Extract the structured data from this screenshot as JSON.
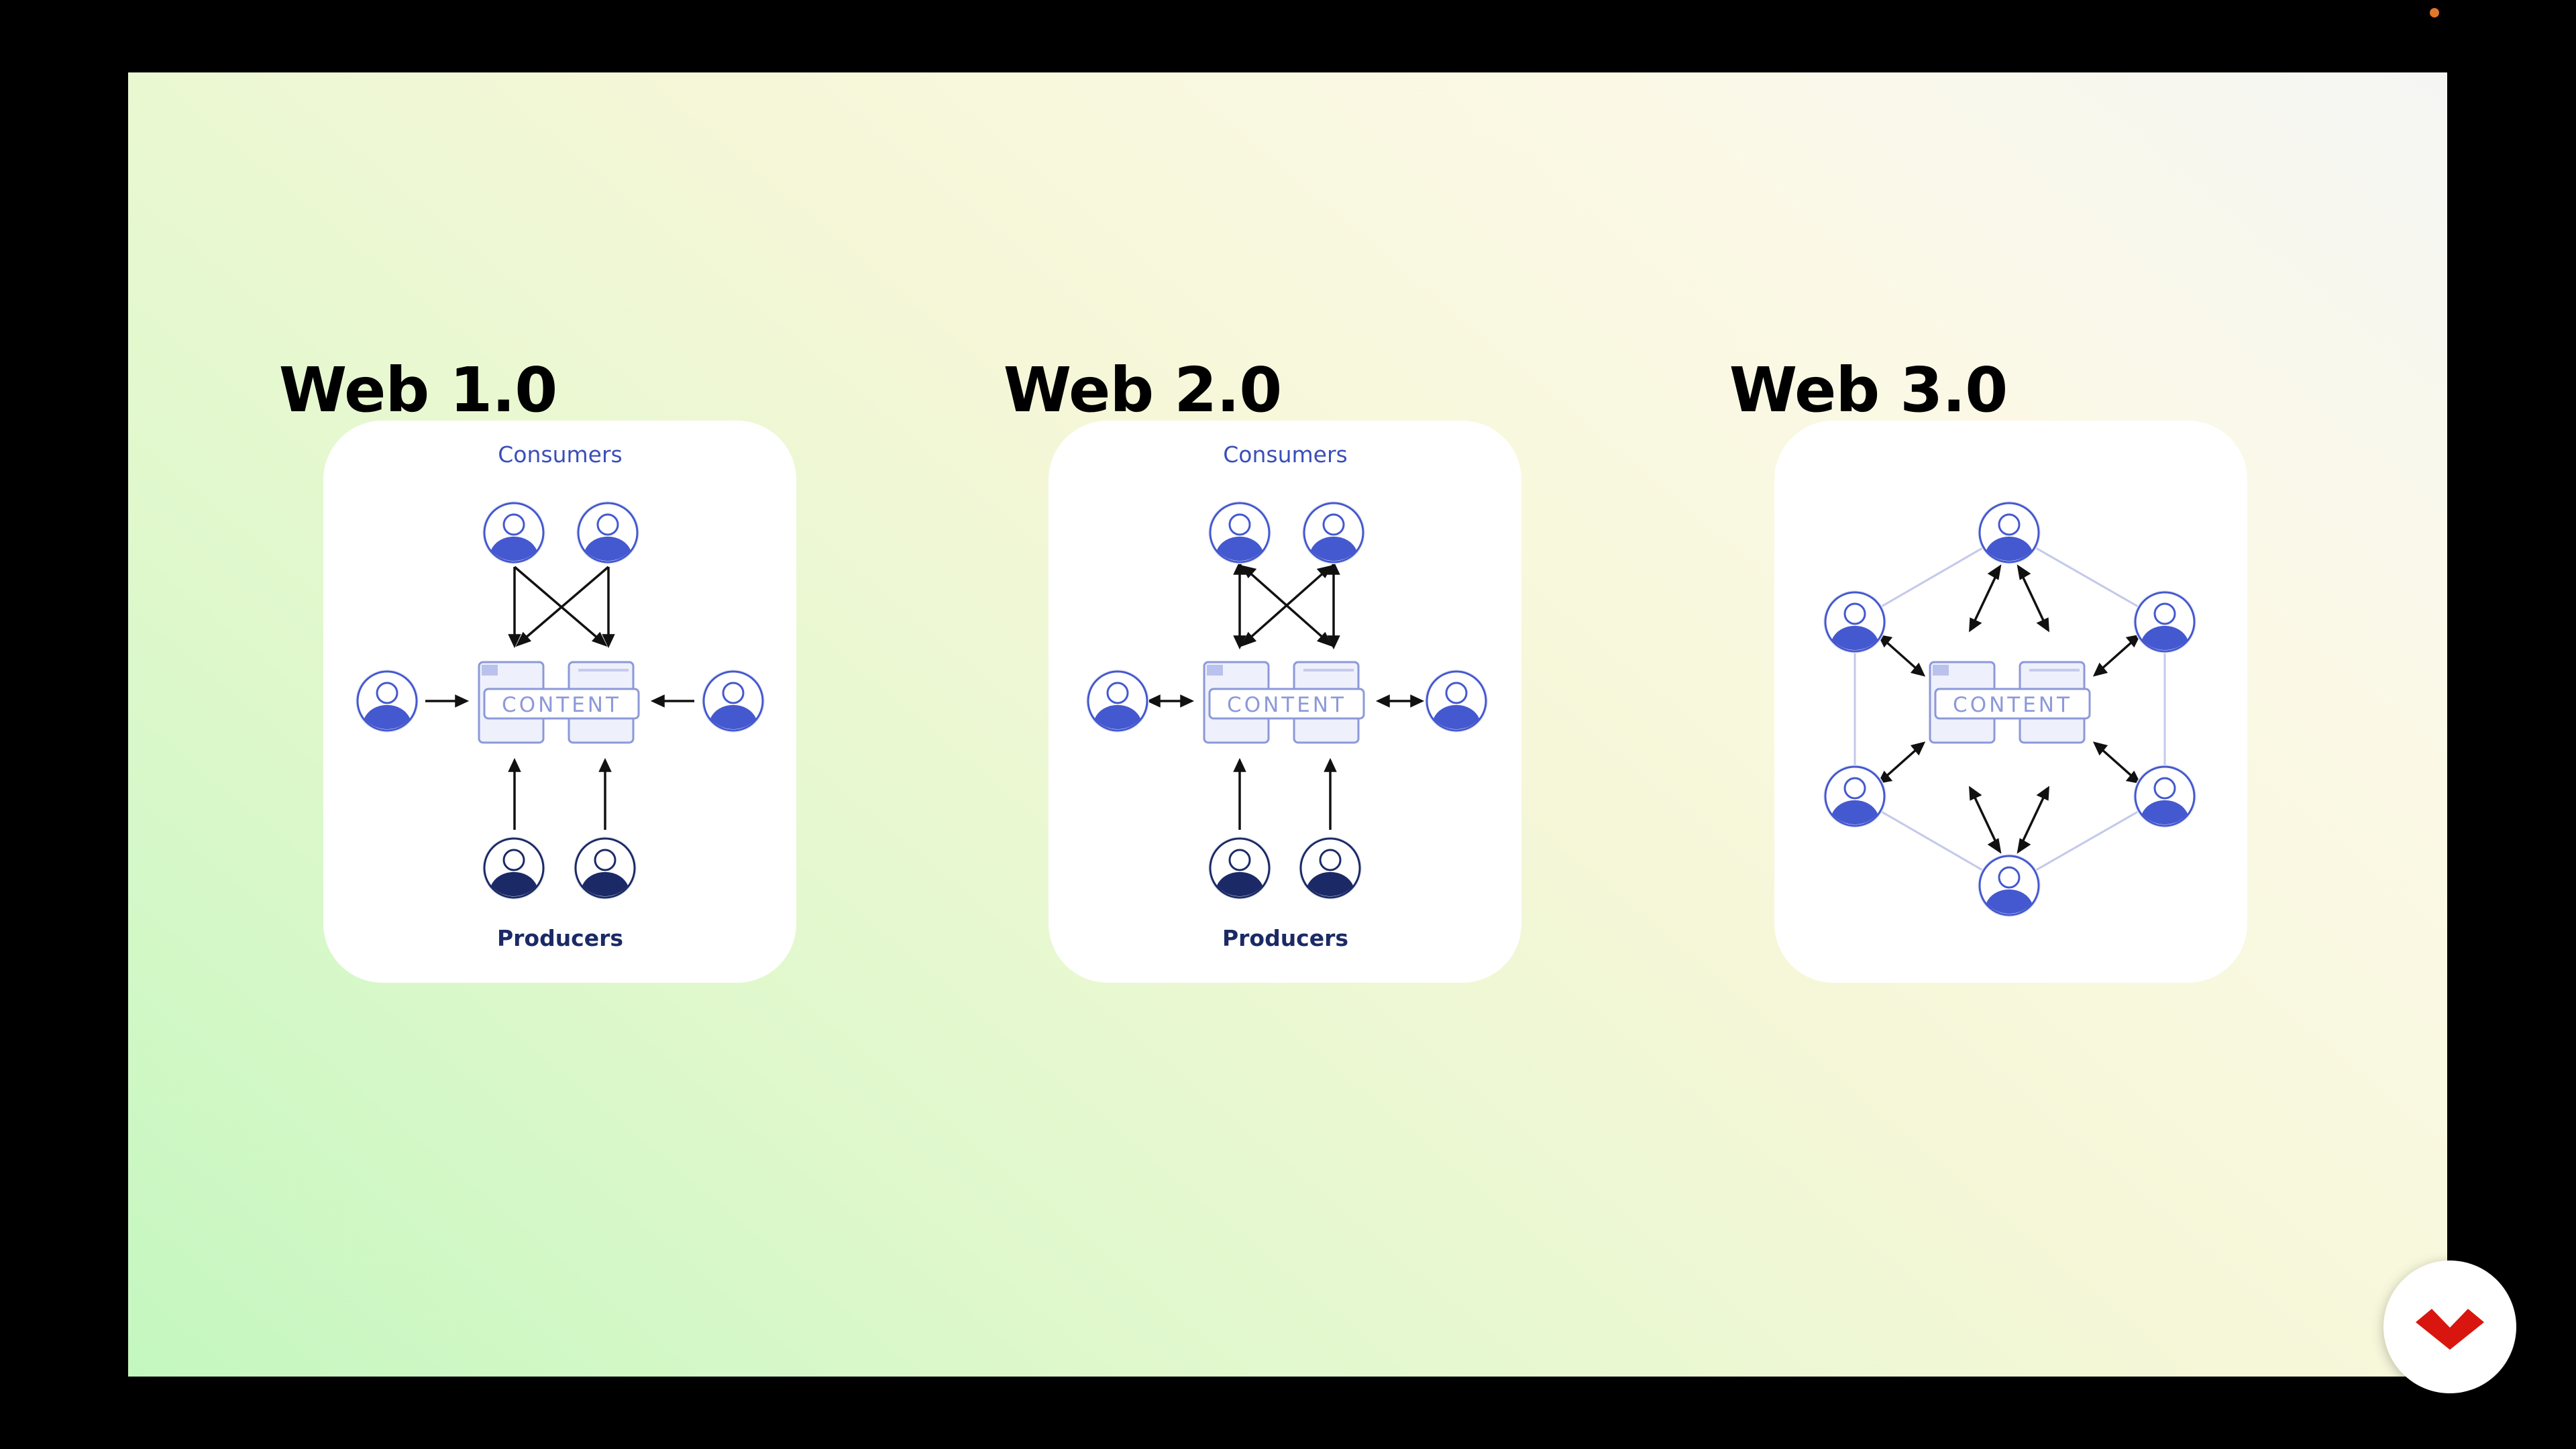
{
  "panels": [
    {
      "title": "Web 1.0",
      "top_label": "Consumers",
      "bottom_label": "Producers",
      "content_label": "CONTENT"
    },
    {
      "title": "Web 2.0",
      "top_label": "Consumers",
      "bottom_label": "Producers",
      "content_label": "CONTENT"
    },
    {
      "title": "Web 3.0",
      "content_label": "CONTENT"
    }
  ],
  "colors": {
    "consumer": "#4458cf",
    "producer": "#1b2a66",
    "content_box": "#8c99d9",
    "label": "#3b4fb8",
    "producer_label": "#1b2a66",
    "brand": "#d8160f",
    "recording_dot": "#e0782a"
  },
  "icons": [
    "user-icon",
    "content-icon",
    "arrow-icon",
    "brand-logo-icon"
  ]
}
